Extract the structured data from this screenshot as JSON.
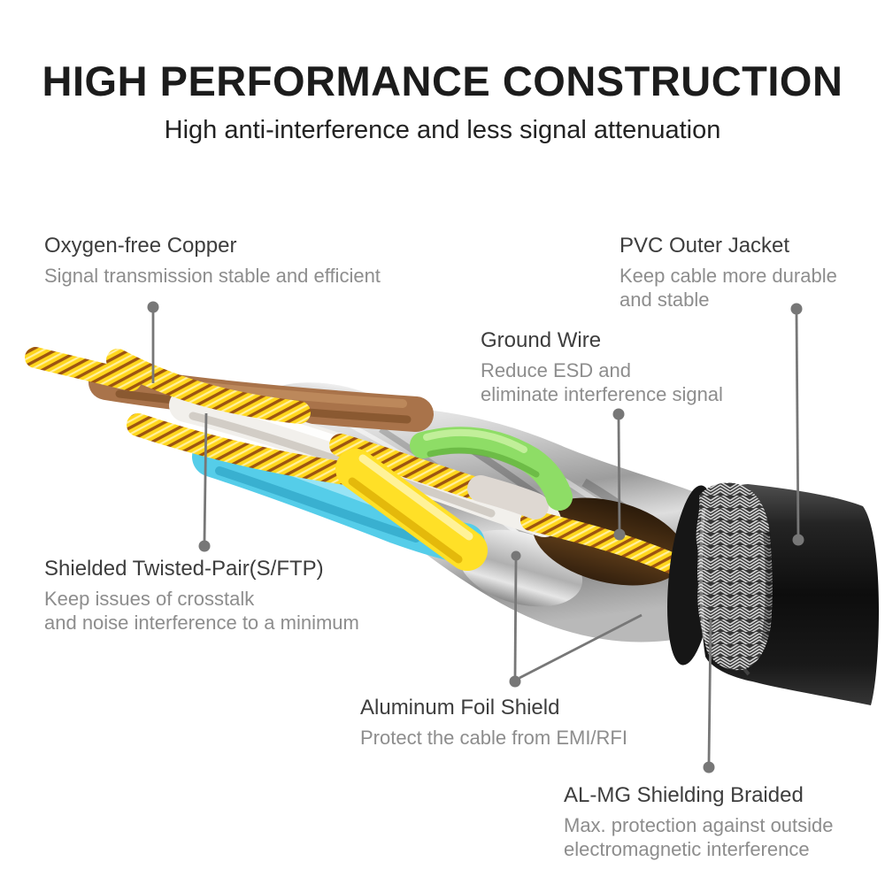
{
  "header": {
    "title": "HIGH PERFORMANCE CONSTRUCTION",
    "subtitle": "High anti-interference and less signal attenuation"
  },
  "callouts": {
    "oxygen_free_copper": {
      "title": "Oxygen-free Copper",
      "desc_lines": [
        "Signal transmission stable and efficient"
      ]
    },
    "pvc_outer_jacket": {
      "title": "PVC Outer Jacket",
      "desc_lines": [
        "Keep cable more durable",
        "and stable"
      ]
    },
    "ground_wire": {
      "title": "Ground Wire",
      "desc_lines": [
        "Reduce ESD and",
        "eliminate interference signal"
      ]
    },
    "shielded_twisted_pair": {
      "title": "Shielded Twisted-Pair(S/FTP)",
      "desc_lines": [
        "Keep issues of crosstalk",
        "and noise interference to a minimum"
      ]
    },
    "aluminum_foil_shield": {
      "title": "Aluminum Foil Shield",
      "desc_lines": [
        "Protect the cable from EMI/RFI"
      ]
    },
    "almg_shielding_braided": {
      "title": "AL-MG Shielding Braided",
      "desc_lines": [
        "Max. protection against outside",
        "electromagnetic interference"
      ]
    }
  },
  "colors": {
    "background": "#ffffff",
    "heading_black": "#1c1c1c",
    "label_title_gray": "#3d3d3d",
    "label_desc_gray": "#8d8d8d",
    "leader_gray": "#777777",
    "copper_strand_yellow": "#ffd61c",
    "copper_stripe_brown": "#9c5412",
    "insulation_brown": "#a9734a",
    "insulation_white": "#f2f0ec",
    "insulation_blue": "#55cde9",
    "ground_green": "#8edd66",
    "wire_yellow": "#ffe027",
    "foil_silver": "#c6c6c6",
    "braid_silver": "#d8d8d8",
    "jacket_black": "#141414"
  }
}
